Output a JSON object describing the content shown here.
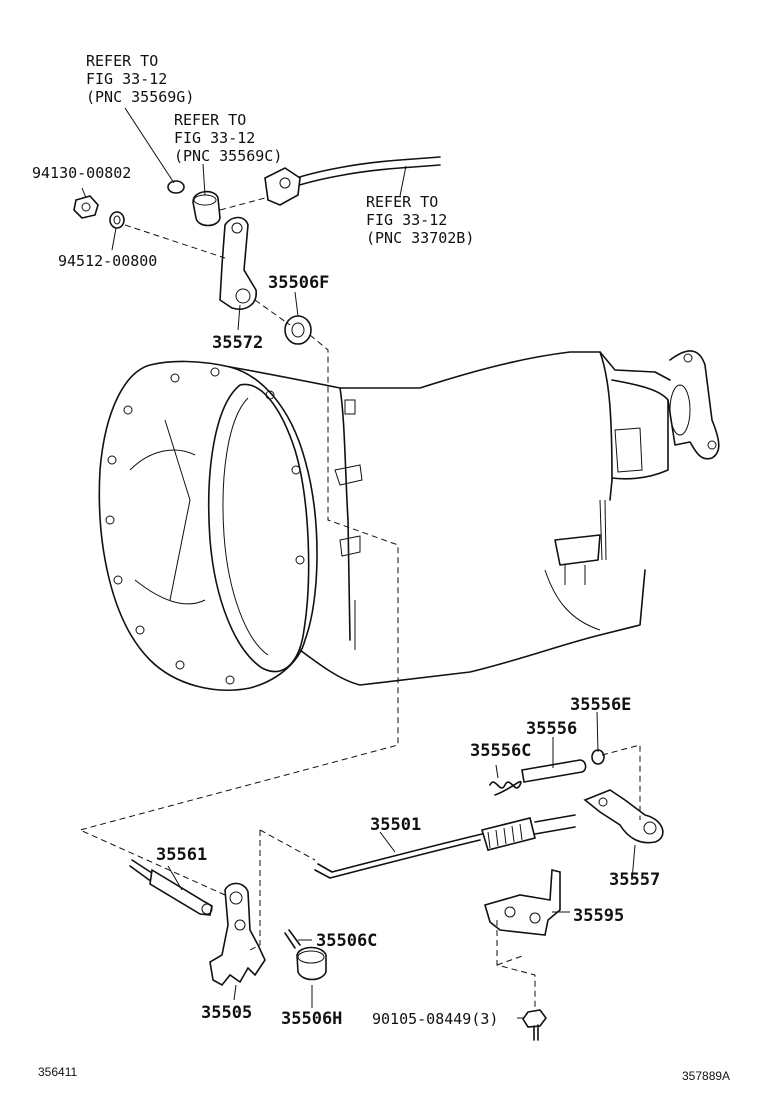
{
  "refers": {
    "r1": {
      "line1": "REFER TO",
      "line2": "FIG 33-12",
      "line3": "(PNC 35569G)"
    },
    "r2": {
      "line1": "REFER TO",
      "line2": "FIG 33-12",
      "line3": "(PNC 35569C)"
    },
    "r3": {
      "line1": "REFER TO",
      "line2": "FIG 33-12",
      "line3": "(PNC 33702B)"
    }
  },
  "parts": {
    "p94130": "94130-00802",
    "p94512": "94512-00800",
    "p35506F": "35506F",
    "p35572": "35572",
    "p35556E": "35556E",
    "p35556": "35556",
    "p35556C": "35556C",
    "p35501": "35501",
    "p35561": "35561",
    "p35557": "35557",
    "p35595": "35595",
    "p35506C": "35506C",
    "p35505": "35505",
    "p35506H": "35506H",
    "p90105": "90105-08449(3)"
  },
  "codes": {
    "left": "356411",
    "right": "357889A"
  }
}
